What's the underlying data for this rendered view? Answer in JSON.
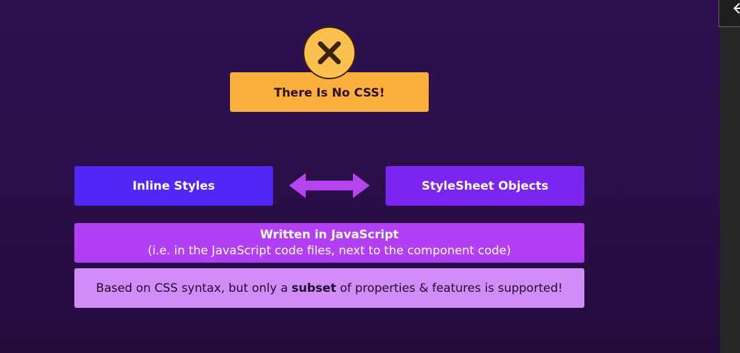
{
  "header_badge": {
    "icon": "close-x-icon",
    "text": "There Is No CSS!",
    "accent": "#fbaf3c"
  },
  "options": {
    "left_label": "Inline Styles",
    "right_label": "StyleSheet Objects",
    "connector_icon": "double-arrow-icon",
    "left_color": "#5226f5",
    "right_color": "#7b26f0"
  },
  "written": {
    "title": "Written in JavaScript",
    "subtitle": "(i.e. in the JavaScript code files, next to the component code)"
  },
  "based": {
    "prefix": "Based on CSS syntax, but only a ",
    "emphasis": "subset",
    "suffix": " of properties & features is supported!"
  },
  "toolbar": {
    "corner_icon": "back-arrow-icon"
  }
}
